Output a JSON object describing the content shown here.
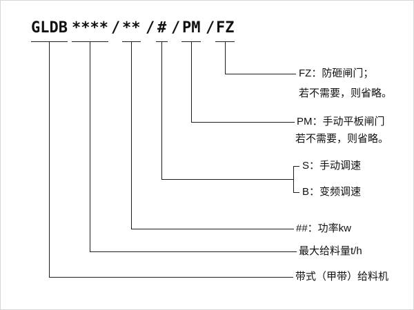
{
  "code": {
    "model": "GLDB",
    "capacity_stars": "****",
    "sep1": "/",
    "power_stars": "**",
    "sep2": "/",
    "speed_mark": "#",
    "sep3": "/",
    "pm": "PM",
    "sep4": "/",
    "fz": "FZ"
  },
  "labels": {
    "fz_line1": "FZ：防砸闸门；",
    "fz_line2": "若不需要，则省略。",
    "pm_line1": "PM：手动平板闸门",
    "pm_line2": "若不需要，则省略。",
    "speed_s": "S：手动调速",
    "speed_b": "B：变频调速",
    "power": "##：功率kw",
    "capacity": "最大给料量t/h",
    "machine": "带式（甲带）给料机"
  },
  "colors": {
    "line": "#1b1b1b",
    "text": "#111111",
    "background": "#ffffff"
  }
}
